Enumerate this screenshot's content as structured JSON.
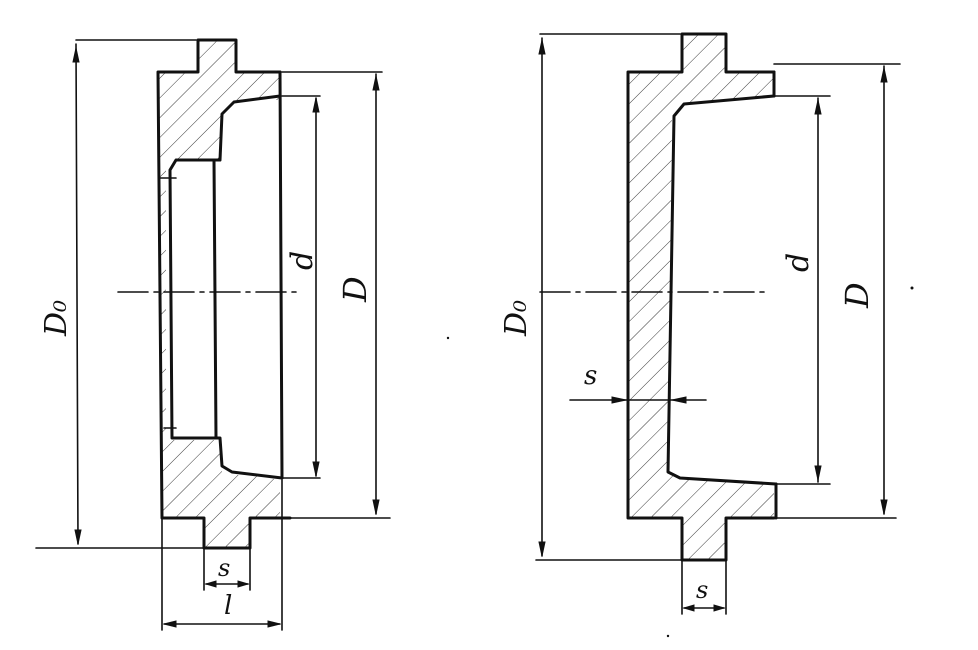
{
  "figure_left": {
    "labels": {
      "outer_diameter": "D₀",
      "inner_diameter": "d",
      "diameter": "D",
      "wall": "s",
      "length": "l"
    }
  },
  "figure_right": {
    "labels": {
      "outer_diameter": "D₀",
      "inner_diameter": "d",
      "diameter": "D",
      "wall": "s",
      "wall_bottom": "s"
    }
  }
}
